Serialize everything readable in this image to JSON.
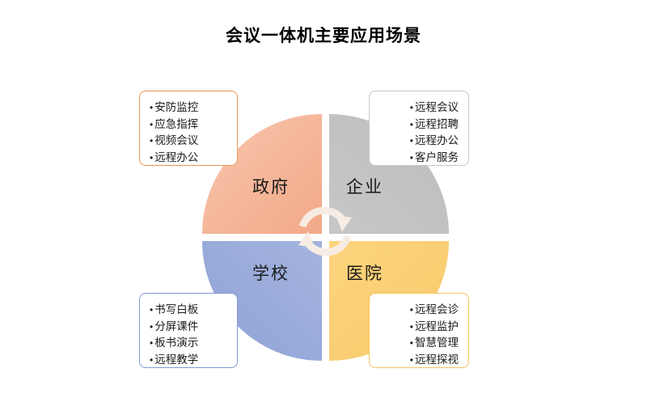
{
  "title": "会议一体机主要应用场景",
  "colors": {
    "government": "#f3ab8c",
    "enterprise": "#c6c6c6",
    "school": "#a2b2de",
    "hospital": "#fcd37c",
    "government_border": "#e8955a",
    "enterprise_border": "#c8c8c8",
    "school_border": "#7f9bd4",
    "hospital_border": "#f3c65f",
    "cycle_arrow": "#f7ece4",
    "title_text": "#000000"
  },
  "chart_data": {
    "type": "pie",
    "title": "会议一体机主要应用场景",
    "xlabel": "",
    "ylabel": "",
    "legend": "none",
    "grid": false,
    "categories": [
      "政府",
      "企业",
      "学校",
      "医院"
    ],
    "values": [
      25,
      25,
      25,
      25
    ],
    "series": [
      {
        "name": "应用场景",
        "values": [
          25,
          25,
          25,
          25
        ]
      }
    ],
    "slice_colors": [
      "#f3ab8c",
      "#c6c6c6",
      "#a2b2de",
      "#fcd37c"
    ],
    "annotations": [
      {
        "category": "政府",
        "items": [
          "安防监控",
          "应急指挥",
          "视频会议",
          "远程办公"
        ]
      },
      {
        "category": "企业",
        "items": [
          "远程会议",
          "远程招聘",
          "远程办公",
          "客户服务"
        ]
      },
      {
        "category": "学校",
        "items": [
          "书写白板",
          "分屏课件",
          "板书演示",
          "远程教学"
        ]
      },
      {
        "category": "医院",
        "items": [
          "远程会诊",
          "远程监护",
          "智慧管理",
          "远程探视"
        ]
      }
    ]
  },
  "quadrants": {
    "government": {
      "label": "政府"
    },
    "enterprise": {
      "label": "企业"
    },
    "school": {
      "label": "学校"
    },
    "hospital": {
      "label": "医院"
    }
  },
  "callouts": {
    "government": {
      "items": [
        "安防监控",
        "应急指挥",
        "视频会议",
        "远程办公"
      ]
    },
    "enterprise": {
      "items": [
        "远程会议",
        "远程招聘",
        "远程办公",
        "客户服务"
      ]
    },
    "school": {
      "items": [
        "书写白板",
        "分屏课件",
        "板书演示",
        "远程教学"
      ]
    },
    "hospital": {
      "items": [
        "远程会诊",
        "远程监护",
        "智慧管理",
        "远程探视"
      ]
    }
  },
  "center_icon": "cycle-arrows-icon"
}
